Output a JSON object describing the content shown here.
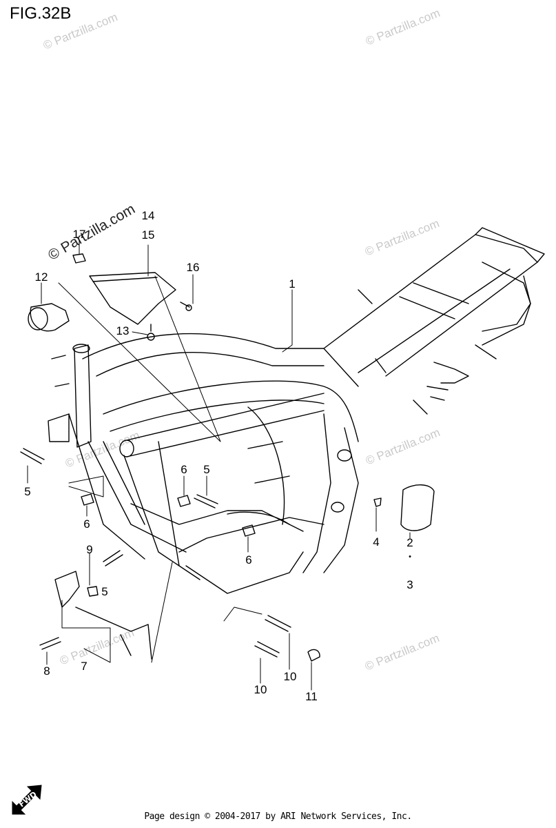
{
  "figure": {
    "title": "FIG.32B"
  },
  "callouts": [
    {
      "id": "c1",
      "text": "1"
    },
    {
      "id": "c2",
      "text": "2"
    },
    {
      "id": "c2d",
      "text": "•"
    },
    {
      "id": "c3",
      "text": "3"
    },
    {
      "id": "c4",
      "text": "4"
    },
    {
      "id": "c5a",
      "text": "5"
    },
    {
      "id": "c5b",
      "text": "5"
    },
    {
      "id": "c5c",
      "text": "5"
    },
    {
      "id": "c6a",
      "text": "6"
    },
    {
      "id": "c6b",
      "text": "6"
    },
    {
      "id": "c6c",
      "text": "6"
    },
    {
      "id": "c7",
      "text": "7"
    },
    {
      "id": "c8",
      "text": "8"
    },
    {
      "id": "c9",
      "text": "9"
    },
    {
      "id": "c10a",
      "text": "10"
    },
    {
      "id": "c10b",
      "text": "10"
    },
    {
      "id": "c11",
      "text": "11"
    },
    {
      "id": "c12",
      "text": "12"
    },
    {
      "id": "c13",
      "text": "13"
    },
    {
      "id": "c14",
      "text": "14"
    },
    {
      "id": "c15",
      "text": "15"
    },
    {
      "id": "c16",
      "text": "16"
    },
    {
      "id": "c17",
      "text": "17"
    }
  ],
  "watermark": {
    "text": "© Partzilla.com"
  },
  "badge": {
    "fwd": "FWD"
  },
  "footer": {
    "text": "Page design © 2004-2017 by ARI Network Services, Inc."
  }
}
